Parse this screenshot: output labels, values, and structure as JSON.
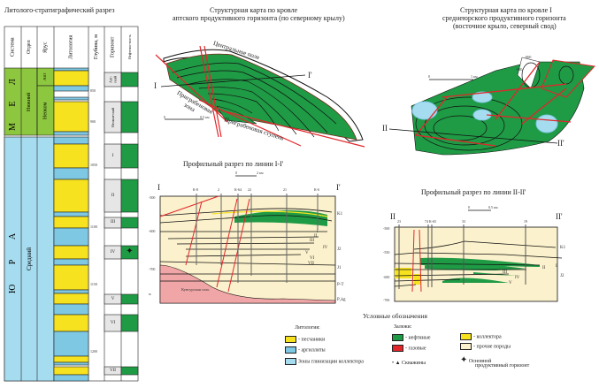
{
  "strat": {
    "title": "Литолого-стратиграфический разрез",
    "headers": [
      "Система",
      "Отдел",
      "Ярус",
      "Литология",
      "Глубина, м",
      "Горизонт",
      "Нефтенос-ность"
    ],
    "system_mel": "М Е Л",
    "system_jura": "Ю Р А",
    "otdel_mel": "Нижний",
    "otdel_jura": "Средний",
    "yarus": [
      "Апт",
      "Неоком"
    ],
    "depths": [
      "850",
      "900",
      "1050",
      "1100",
      "1150",
      "1200"
    ],
    "horizons": [
      "Апт-ский",
      "Неоком-ский",
      "I",
      "II",
      "III",
      "IV",
      "V",
      "VI",
      "VII"
    ]
  },
  "map1": {
    "title1": "Структурная карта по кровле",
    "title2": "аптского продуктивного горизонта (по северному крылу)",
    "labels": {
      "central": "Центральное поле",
      "zone": "Приграбеновая зона",
      "step": "Приграбеновая ступень",
      "start": "I",
      "end": "I'"
    },
    "scale": [
      "0",
      "0.5 км"
    ]
  },
  "map2": {
    "title1": "Структурная карта по кровле I",
    "title2": "среднеюрского продуктивного горизонта",
    "title3": "(восточное крыло, северный свод)",
    "labels": {
      "start": "II",
      "end": "II'"
    },
    "scale": [
      "0",
      "1 км"
    ],
    "contours": [
      "-860",
      "-880"
    ]
  },
  "profile1": {
    "title": "Профильный разрез по линии I-I'",
    "start": "I",
    "end": "I'",
    "scale": [
      "0",
      "2 км"
    ],
    "wells": [
      "К-8",
      "2",
      "К-64",
      "22",
      "21",
      "К-6"
    ],
    "depths": [
      "-500",
      "-600",
      "-700",
      "м"
    ],
    "layers": [
      "K1",
      "J2",
      "J1",
      "P-T",
      "P₁kg",
      "I",
      "II",
      "III",
      "IV",
      "V",
      "VI",
      "VII"
    ],
    "salt": "Кунгурская соль"
  },
  "profile2": {
    "title": "Профильный разрез по линии II-II'",
    "start": "II",
    "end": "II'",
    "scale": [
      "0",
      "0.5 км"
    ],
    "wells": [
      "23",
      "74 К-65",
      "33",
      "19"
    ],
    "depths": [
      "-500",
      "-550",
      "-600",
      "-700"
    ],
    "layers": [
      "K1",
      "J2",
      "I",
      "II",
      "III",
      "IV",
      "V"
    ]
  },
  "legend": {
    "title": "Условные обозначения",
    "lith_title": "Литология:",
    "sand": "- песчаники",
    "clay": "- аргиллиты",
    "clayzone": "Зоны глинизации коллектора",
    "dep_title": "Залежи:",
    "oil": "- нефтяные",
    "gas": "- газовые",
    "wells": "Скважины",
    "coll": "- коллектора",
    "other": "- прочие породы",
    "main1": "Основной",
    "main2": "продуктивный горизонт"
  },
  "colors": {
    "oil": "#1f9a45",
    "sand": "#f7e21f",
    "clay": "#7ec8e3",
    "mel": "#8dc63f",
    "jura": "#a6dcef",
    "gas": "#e3262b",
    "host": "#fbf1cc",
    "salt": "#f0a6a6"
  }
}
